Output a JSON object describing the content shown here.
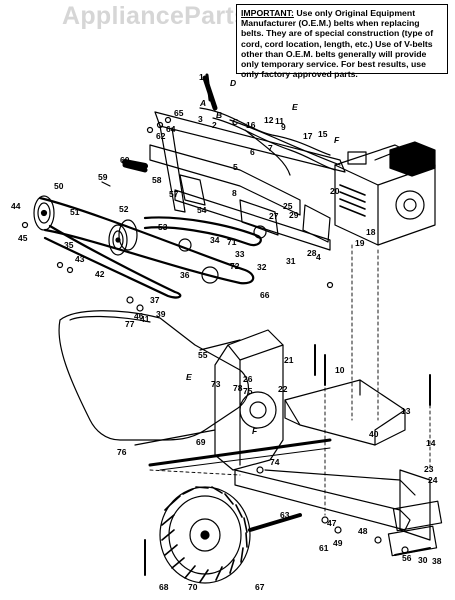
{
  "watermark": "AppliancePartsPros.com",
  "notice": {
    "heading": "IMPORTANT:",
    "body": "Use only Original Equipment Manufacturer (O.E.M.) belts when replacing belts. They are of special construction (type of cord, cord location, length, etc.) Use of V-belts other than O.E.M. belts generally will provide only temporary service.",
    "footer": "For best results, use only factory approved parts."
  },
  "letter_labels": [
    "A",
    "B",
    "C",
    "D",
    "E",
    "F",
    "E",
    "F"
  ],
  "part_numbers": [
    "1",
    "2",
    "3",
    "4",
    "5",
    "6",
    "7",
    "8",
    "9",
    "10",
    "11",
    "12",
    "13",
    "14",
    "15",
    "16",
    "17",
    "18",
    "19",
    "20",
    "21",
    "22",
    "23",
    "24",
    "25",
    "26",
    "27",
    "28",
    "29",
    "30",
    "31",
    "32",
    "33",
    "34",
    "35",
    "36",
    "37",
    "38",
    "39",
    "40",
    "41",
    "42",
    "43",
    "44",
    "45",
    "46",
    "47",
    "48",
    "49",
    "50",
    "51",
    "52",
    "53",
    "54",
    "55",
    "56",
    "57",
    "58",
    "59",
    "60",
    "61",
    "62",
    "63",
    "64",
    "65",
    "66",
    "67",
    "68",
    "69",
    "70",
    "71",
    "72",
    "73",
    "74",
    "75",
    "76",
    "77",
    "78"
  ]
}
